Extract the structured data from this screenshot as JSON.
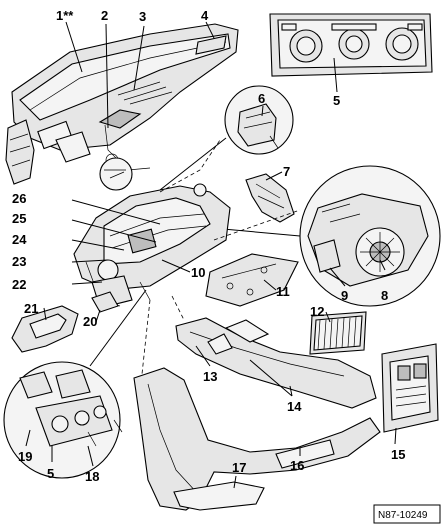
{
  "diagram": {
    "reference_code": "N87-10249",
    "callouts": [
      {
        "id": "c1",
        "text": "1**"
      },
      {
        "id": "c2",
        "text": "2"
      },
      {
        "id": "c3",
        "text": "3"
      },
      {
        "id": "c4",
        "text": "4"
      },
      {
        "id": "c5a",
        "text": "5"
      },
      {
        "id": "c6",
        "text": "6"
      },
      {
        "id": "c7",
        "text": "7"
      },
      {
        "id": "c8",
        "text": "8"
      },
      {
        "id": "c9",
        "text": "9"
      },
      {
        "id": "c10",
        "text": "10"
      },
      {
        "id": "c11",
        "text": "11"
      },
      {
        "id": "c12",
        "text": "12"
      },
      {
        "id": "c13",
        "text": "13"
      },
      {
        "id": "c14",
        "text": "14"
      },
      {
        "id": "c15",
        "text": "15"
      },
      {
        "id": "c16",
        "text": "16"
      },
      {
        "id": "c17",
        "text": "17"
      },
      {
        "id": "c18",
        "text": "18"
      },
      {
        "id": "c19",
        "text": "19"
      },
      {
        "id": "c5b",
        "text": "5"
      },
      {
        "id": "c20",
        "text": "20"
      },
      {
        "id": "c21",
        "text": "21"
      },
      {
        "id": "c22",
        "text": "22"
      },
      {
        "id": "c23",
        "text": "23"
      },
      {
        "id": "c24",
        "text": "24"
      },
      {
        "id": "c25",
        "text": "25"
      },
      {
        "id": "c26",
        "text": "26"
      }
    ]
  }
}
